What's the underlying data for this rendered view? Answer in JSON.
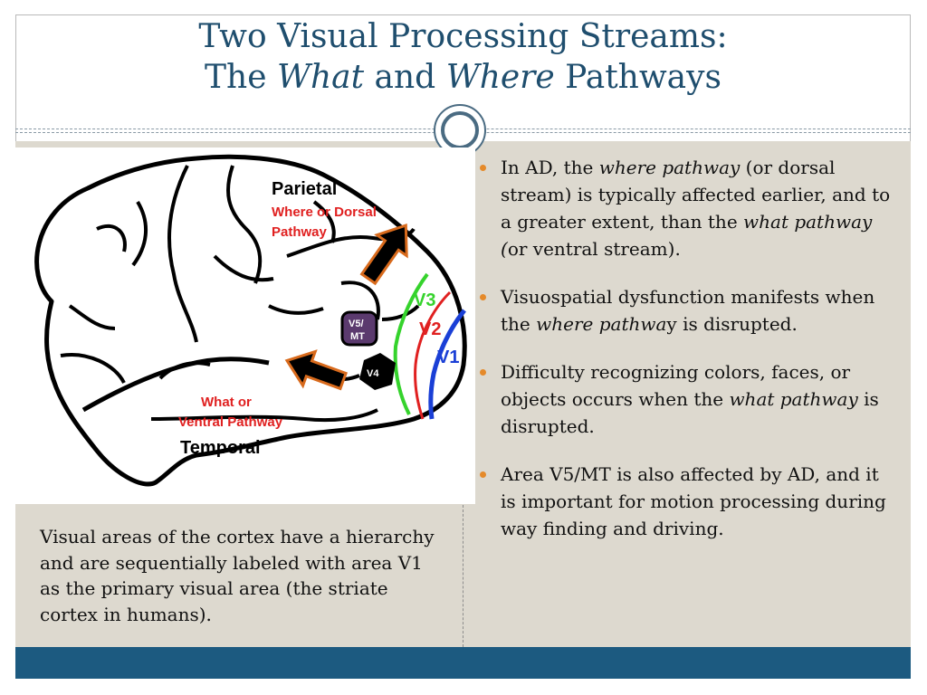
{
  "title": {
    "line1": "Two Visual Processing Streams:",
    "line2_pre": "The ",
    "line2_what": "What",
    "line2_mid": " and ",
    "line2_where": "Where",
    "line2_post": " Pathways"
  },
  "figure": {
    "parietal_label": "Parietal",
    "dorsal_line1": "Where or Dorsal",
    "dorsal_line2": "Pathway",
    "ventral_line1": "What or",
    "ventral_line2": "Ventral Pathway",
    "temporal_label": "Temporal",
    "v1_label": "V1",
    "v2_label": "V2",
    "v3_label": "V3",
    "v4_label": "V4",
    "v5_line1": "V5/",
    "v5_line2": "MT",
    "colors": {
      "pathway_text": "#e02020",
      "v1": "#1a3fd6",
      "v2": "#e02020",
      "v3": "#35d32c",
      "arrow_outline": "#d86a1c",
      "v5_fill": "#5b3a6e"
    }
  },
  "caption": "Visual areas of the cortex have a hierarchy and are sequentially labeled with area V1 as the primary visual area (the striate cortex in humans).",
  "bullets": [
    {
      "p1": "In AD, the ",
      "e1": "where pathway",
      "p2": " (or dorsal stream) is typically affected earlier, and to a greater extent, than the ",
      "e2": "what pathway (",
      "p3": "or ventral stream)."
    },
    {
      "p1": "Visuospatial dysfunction manifests when the ",
      "e1": "where pathwa",
      "p2": "y is disrupted.",
      "e2": "",
      "p3": ""
    },
    {
      "p1": "Difficulty recognizing colors, faces, or objects occurs when the ",
      "e1": "what pathway",
      "p2": " is disrupted.",
      "e2": "",
      "p3": ""
    },
    {
      "p1": "Area V5/MT is also affected by AD, and it is important for motion processing during way finding and driving.",
      "e1": "",
      "p2": "",
      "e2": "",
      "p3": ""
    }
  ],
  "theme": {
    "title_color": "#1f4e6e",
    "content_bg": "#ddd9cf",
    "footer_color": "#1c5a80",
    "bullet_color": "#e58a2a"
  }
}
